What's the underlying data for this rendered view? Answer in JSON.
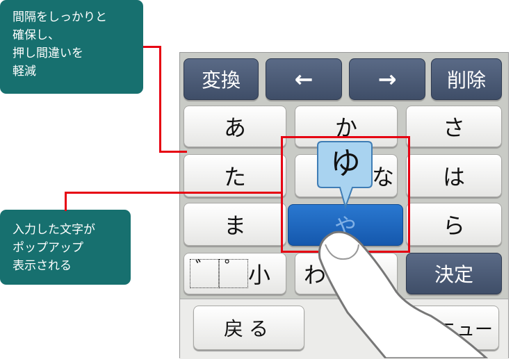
{
  "callouts": {
    "top": "間隔をしっかりと\n確保し、\n押し間違いを\n軽減",
    "bottom": "入力した文字が\nポップアップ\n表示される"
  },
  "keys": {
    "henkan": "変換",
    "left": "←",
    "right": "→",
    "delete": "削除",
    "a": "あ",
    "ka": "か",
    "sa": "さ",
    "ta": "た",
    "na": "な",
    "ha": "は",
    "ma": "ま",
    "ya": "や",
    "ra": "ら",
    "dakuten": "゛",
    "handakuten": "゜",
    "small": "小",
    "wa": "わ",
    "confirm": "決定",
    "back": "戻る",
    "menu": "メニュー"
  },
  "popup": "ゆ",
  "colors": {
    "callout": "#17706f",
    "red": "#e60012",
    "dark_key": "#455570",
    "active_key": "#1a5fb4"
  }
}
